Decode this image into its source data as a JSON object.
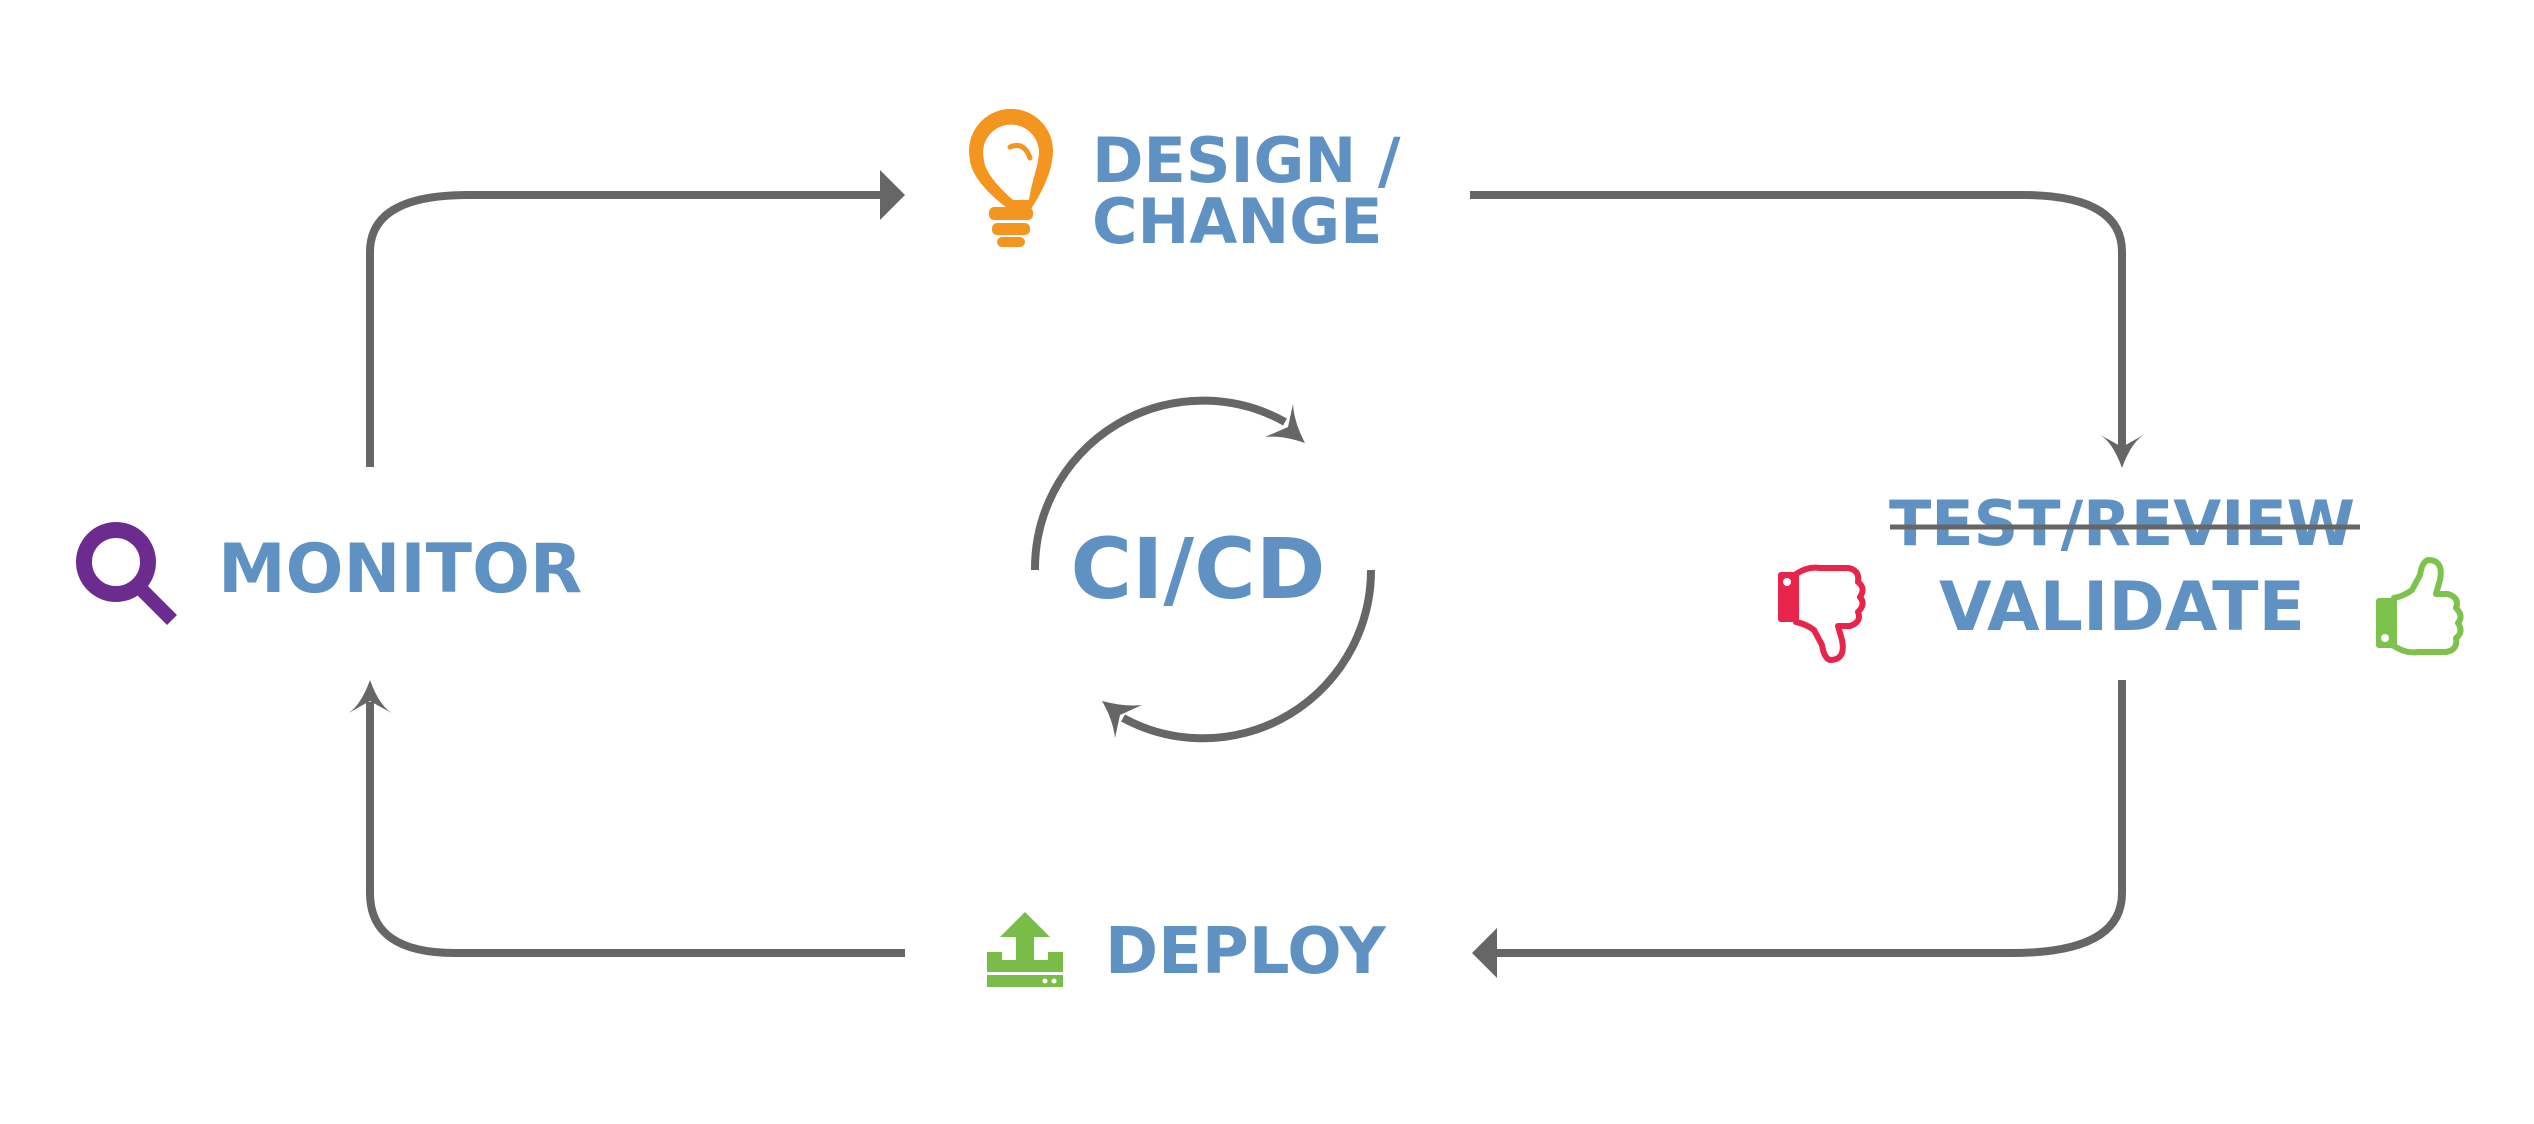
{
  "diagram": {
    "center_label": "CI/CD",
    "stages": {
      "design": {
        "line1": "DESIGN /",
        "line2": "CHANGE",
        "icon": "lightbulb-icon"
      },
      "test": {
        "struck_label": "TEST/REVIEW",
        "label": "VALIDATE",
        "icons": [
          "thumbs-down-icon",
          "thumbs-up-icon"
        ]
      },
      "deploy": {
        "label": "DEPLOY",
        "icon": "upload-icon"
      },
      "monitor": {
        "label": "MONITOR",
        "icon": "magnifier-icon"
      }
    },
    "colors": {
      "label": "#5f92c3",
      "connector": "#666666",
      "lightbulb": "#f4951f",
      "thumbs_down": "#e8244b",
      "thumbs_up": "#7dc24a",
      "upload": "#78bd48",
      "magnifier": "#6c2c8f"
    }
  }
}
